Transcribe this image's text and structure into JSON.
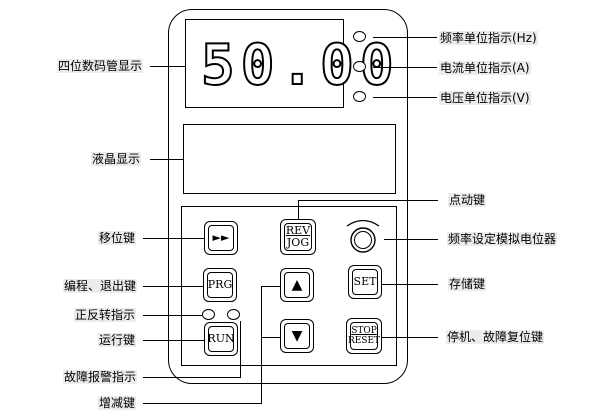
{
  "display": {
    "digits": "50.00"
  },
  "labels": {
    "four_digit_display": "四位数码管显示",
    "freq_indicator": "频率单位指示(Hz)",
    "current_indicator": "电流单位指示(A)",
    "voltage_indicator": "电压单位指示(V)",
    "lcd_display": "液晶显示",
    "jog_key": "点动键",
    "shift_key": "移位键",
    "potentiometer": "频率设定模拟电位器",
    "prg_exit_key": "编程、退出键",
    "store_key": "存储键",
    "direction_indicator": "正反转指示",
    "run_key": "运行键",
    "stop_reset_key": "停机、故障复位键",
    "fault_indicator": "故障报警指示",
    "inc_dec_key": "增减键"
  },
  "buttons": {
    "shift": "►►",
    "rev": "REV",
    "jog": "JOG",
    "prg": "PRG",
    "set": "SET",
    "run": "RUN",
    "up": "▲",
    "down": "▼",
    "stop": "STOP",
    "reset": "RESET"
  }
}
